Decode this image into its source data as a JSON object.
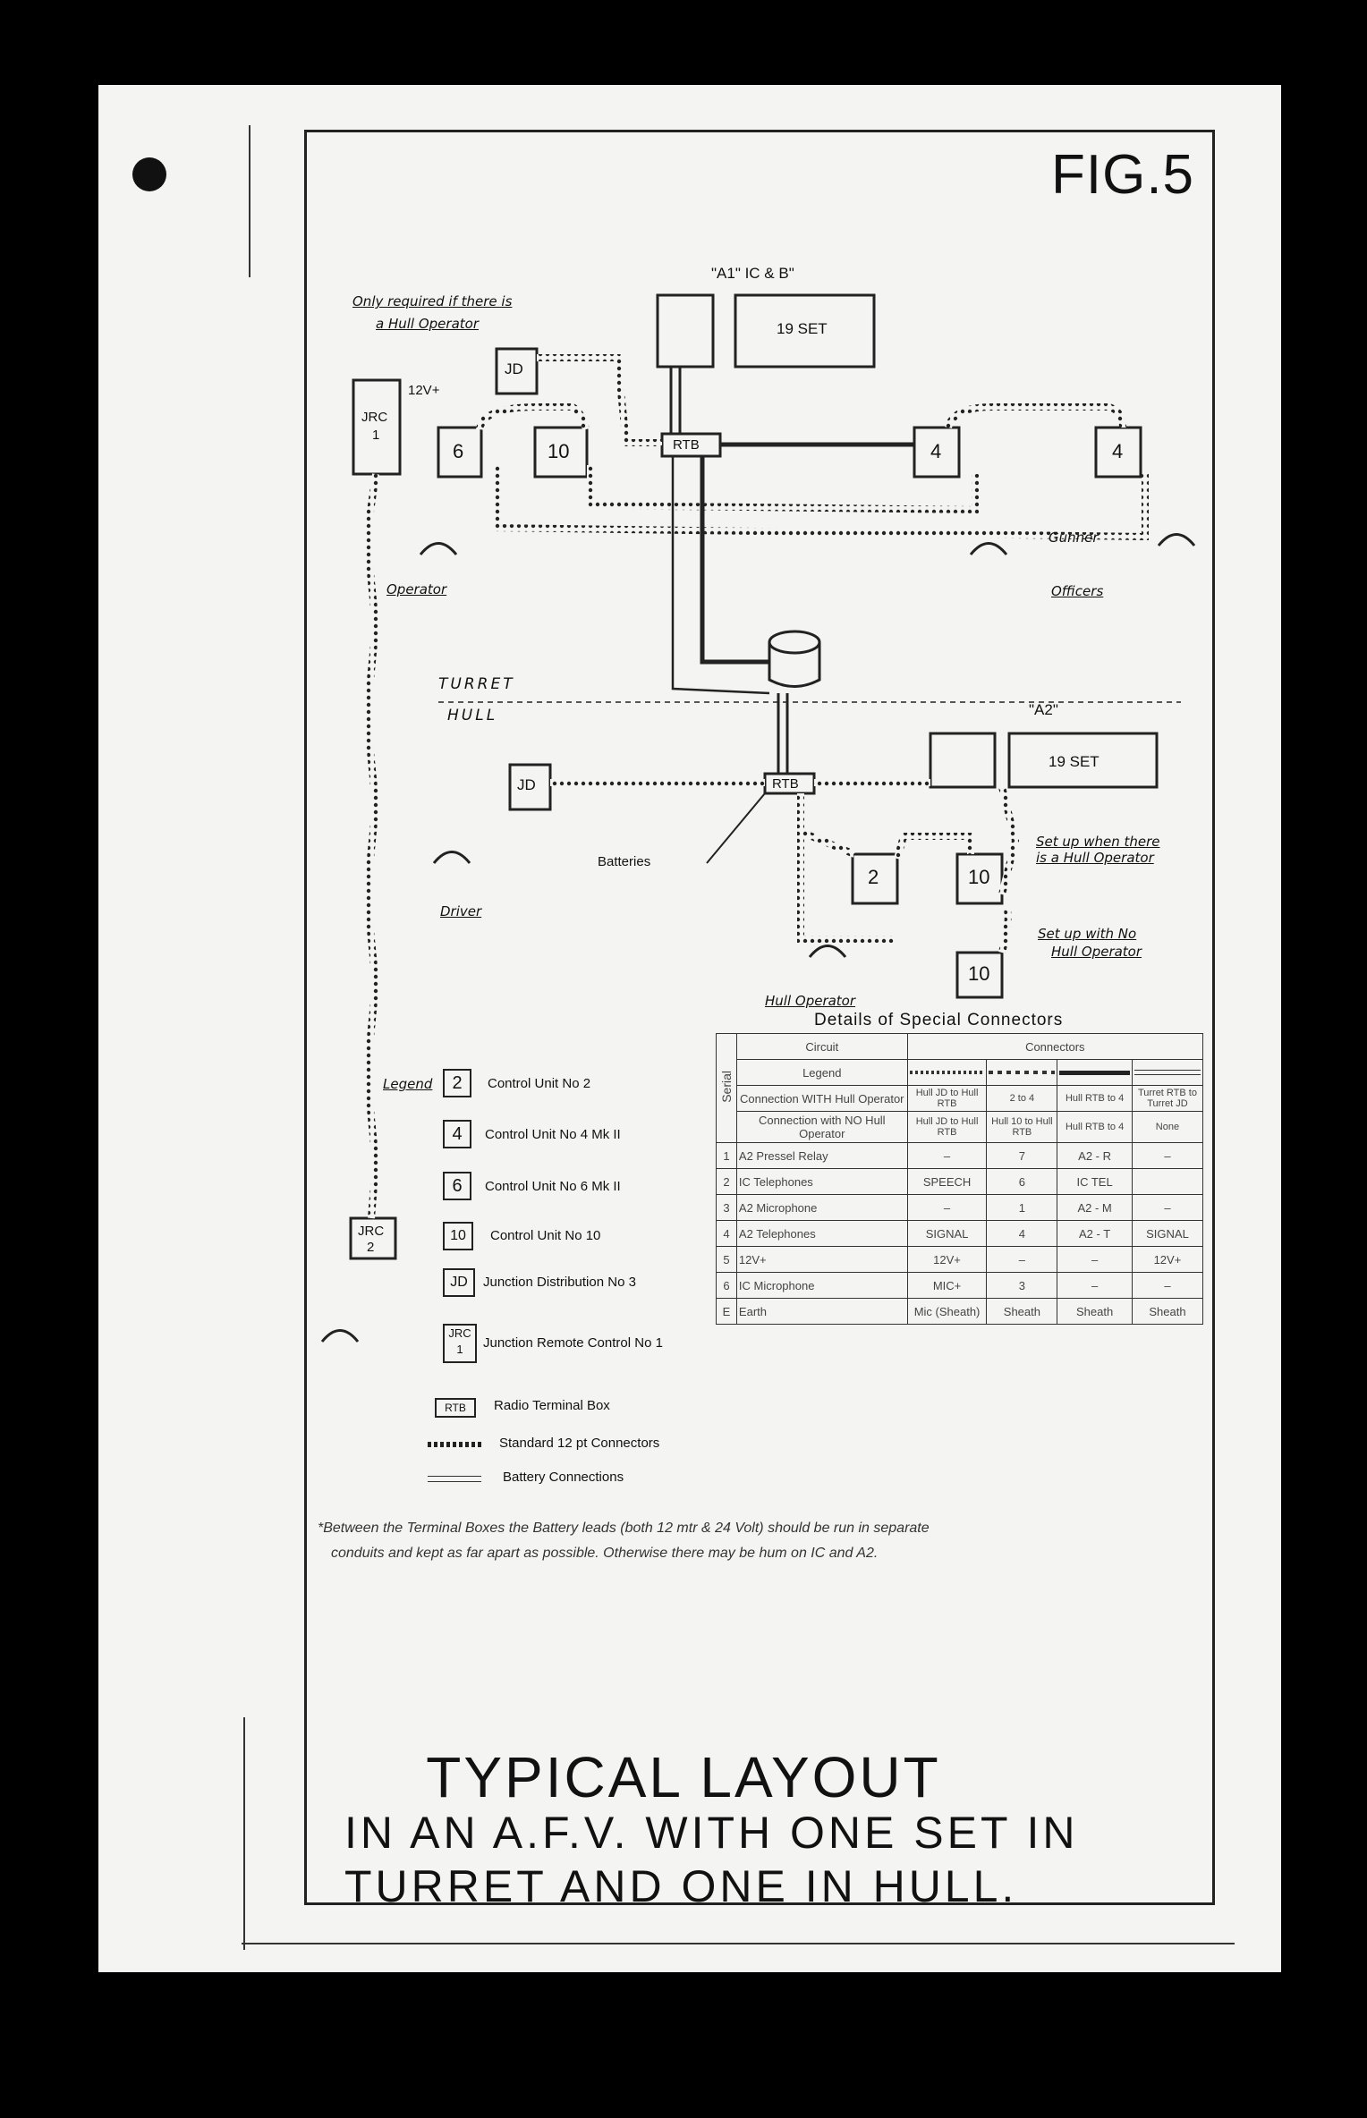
{
  "figure_label": "FIG.5",
  "title": {
    "line1": "TYPICAL LAYOUT",
    "line2": "IN AN A.F.V. WITH ONE SET IN",
    "line3": "TURRET AND ONE IN HULL."
  },
  "turret": {
    "set_group_label": "\"A1\" IC & B\"",
    "set_label": "19 SET",
    "note_hull_operator": [
      "Only required if there is",
      "a Hull Operator"
    ],
    "jd_label": "JD",
    "jrc_label": [
      "JRC",
      "1"
    ],
    "voltage_label": "12V+",
    "rtb_label": "RTB",
    "unit_6": "6",
    "unit_10": "10",
    "unit_4a": "4",
    "unit_4b": "4",
    "operator_label": "Operator",
    "gunner_label": "Gunner",
    "officers_label": "Officers"
  },
  "divider": {
    "turret": "TURRET",
    "hull": "HULL"
  },
  "hull": {
    "set_group_label": "\"A2\"",
    "set_label": "19 SET",
    "jd_label": "JD",
    "rtb_label": "RTB",
    "batteries_label": "Batteries",
    "driver_label": "Driver",
    "unit_2": "2",
    "unit_10a": "10",
    "unit_10b": "10",
    "hull_operator_label": "Hull Operator",
    "note_setup_with": [
      "Set up when there",
      "is a Hull Operator"
    ],
    "note_setup_without": [
      "Set up with No",
      "Hull Operator"
    ],
    "jrc2_label": [
      "JRC",
      "2"
    ]
  },
  "legend": {
    "heading": "Legend",
    "items": [
      {
        "symbol": "2",
        "text": "Control Unit No 2"
      },
      {
        "symbol": "4",
        "text": "Control Unit No 4 Mk II"
      },
      {
        "symbol": "6",
        "text": "Control Unit No 6 Mk II"
      },
      {
        "symbol": "10",
        "text": "Control Unit No 10"
      },
      {
        "symbol": "JD",
        "text": "Junction Distribution No 3"
      },
      {
        "symbol": "JRC 1",
        "text": "Junction Remote Control No 1"
      },
      {
        "symbol": "RTB",
        "text": "Radio Terminal Box"
      }
    ],
    "line_standard": "Standard 12 pt Connectors",
    "line_battery": "Battery Connections"
  },
  "connectors_table": {
    "title": "Details of Special Connectors",
    "serial_label": "Serial",
    "circuit_header": "Circuit",
    "connectors_header": "Connectors",
    "legend_row_label": "Legend",
    "connection_with_label": "Connection WITH Hull Operator",
    "connection_with": [
      "Hull JD to Hull RTB",
      "2 to 4",
      "Hull RTB to 4",
      "Turret RTB to Turret JD"
    ],
    "connection_without_label": "Connection with NO Hull Operator",
    "connection_without": [
      "Hull JD to Hull RTB",
      "Hull 10 to Hull RTB",
      "Hull RTB to 4",
      "None"
    ],
    "rows": [
      {
        "serial": "1",
        "circuit": "A2 Pressel Relay",
        "c1": "–",
        "c2": "7",
        "c3": "A2 - R",
        "c4": "–"
      },
      {
        "serial": "2",
        "circuit": "IC Telephones",
        "c1": "SPEECH",
        "c2": "6",
        "c3": "IC TEL",
        "c4": ""
      },
      {
        "serial": "3",
        "circuit": "A2 Microphone",
        "c1": "–",
        "c2": "1",
        "c3": "A2 - M",
        "c4": "–"
      },
      {
        "serial": "4",
        "circuit": "A2 Telephones",
        "c1": "SIGNAL",
        "c2": "4",
        "c3": "A2 - T",
        "c4": "SIGNAL"
      },
      {
        "serial": "5",
        "circuit": "12V+",
        "c1": "12V+",
        "c2": "–",
        "c3": "–",
        "c4": "12V+"
      },
      {
        "serial": "6",
        "circuit": "IC Microphone",
        "c1": "MIC+",
        "c2": "3",
        "c3": "–",
        "c4": "–"
      },
      {
        "serial": "E",
        "circuit": "Earth",
        "c1": "Mic (Sheath)",
        "c2": "Sheath",
        "c3": "Sheath",
        "c4": "Sheath"
      }
    ]
  },
  "footnote": [
    "*Between the Terminal Boxes the Battery leads (both 12 mtr & 24 Volt) should be run in separate",
    "conduits and kept as far apart as possible. Otherwise there may be hum on IC and A2."
  ]
}
